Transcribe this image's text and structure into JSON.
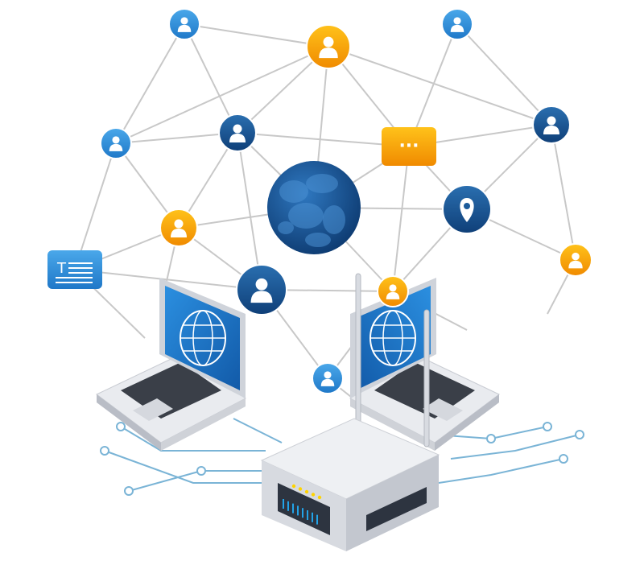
{
  "colors": {
    "blue_light": "#3d9be0",
    "blue_dark": "#1a5a9a",
    "orange": "#f5a000",
    "orange_light": "#ffc21a",
    "line": "#c8c8c8",
    "circuit": "#7ab4d6",
    "device_body": "#e6e8ec",
    "screen": "#1e78c8"
  },
  "chat_bubble": {
    "text": "···"
  },
  "document_icon": {
    "letter": "T"
  },
  "nodes": [
    {
      "id": "n1",
      "kind": "user",
      "style": "blue"
    },
    {
      "id": "n2",
      "kind": "user",
      "style": "orange"
    },
    {
      "id": "n3",
      "kind": "user",
      "style": "blue"
    },
    {
      "id": "n4",
      "kind": "user",
      "style": "blue"
    },
    {
      "id": "n5",
      "kind": "user",
      "style": "dark"
    },
    {
      "id": "n6",
      "kind": "chat",
      "style": "orange"
    },
    {
      "id": "n7",
      "kind": "user",
      "style": "dark"
    },
    {
      "id": "n8",
      "kind": "globe",
      "style": "dark"
    },
    {
      "id": "n9",
      "kind": "location",
      "style": "dark"
    },
    {
      "id": "n10",
      "kind": "user",
      "style": "orange"
    },
    {
      "id": "n11",
      "kind": "document",
      "style": "blue"
    },
    {
      "id": "n12",
      "kind": "user",
      "style": "dark"
    },
    {
      "id": "n13",
      "kind": "user",
      "style": "orange"
    },
    {
      "id": "n14",
      "kind": "user",
      "style": "orange"
    },
    {
      "id": "n15",
      "kind": "user",
      "style": "blue"
    }
  ],
  "edges": [
    [
      "n1",
      "n2"
    ],
    [
      "n1",
      "n5"
    ],
    [
      "n1",
      "n4"
    ],
    [
      "n2",
      "n4"
    ],
    [
      "n2",
      "n5"
    ],
    [
      "n2",
      "n8"
    ],
    [
      "n2",
      "n6"
    ],
    [
      "n2",
      "n7"
    ],
    [
      "n3",
      "n6"
    ],
    [
      "n3",
      "n7"
    ],
    [
      "n4",
      "n5"
    ],
    [
      "n4",
      "n10"
    ],
    [
      "n4",
      "n11"
    ],
    [
      "n5",
      "n6"
    ],
    [
      "n5",
      "n10"
    ],
    [
      "n5",
      "n8"
    ],
    [
      "n6",
      "n7"
    ],
    [
      "n6",
      "n9"
    ],
    [
      "n6",
      "n8"
    ],
    [
      "n6",
      "n13"
    ],
    [
      "n7",
      "n9"
    ],
    [
      "n7",
      "n14"
    ],
    [
      "n9",
      "n14"
    ],
    [
      "n9",
      "n13"
    ],
    [
      "n8",
      "n13"
    ],
    [
      "n8",
      "n10"
    ],
    [
      "n10",
      "n11"
    ],
    [
      "n10",
      "n12"
    ],
    [
      "n11",
      "n12"
    ],
    [
      "n12",
      "n13"
    ],
    [
      "n12",
      "n15"
    ],
    [
      "n13",
      "n15"
    ],
    [
      "n8",
      "n9"
    ],
    [
      "n5",
      "n12"
    ]
  ]
}
